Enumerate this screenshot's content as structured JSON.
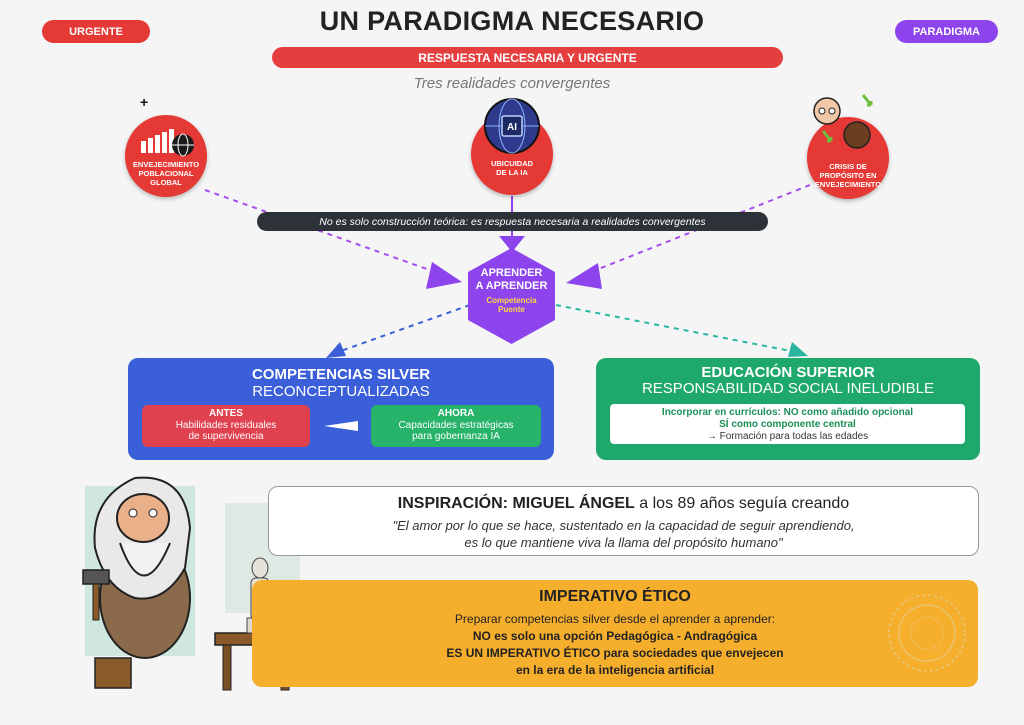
{
  "header": {
    "left_badge": "URGENTE",
    "right_badge": "PARADIGMA",
    "title": "UN PARADIGMA NECESARIO",
    "banner": "RESPUESTA NECESARIA Y URGENTE",
    "subtitle": "Tres realidades convergentes"
  },
  "realities": [
    {
      "label_1": "ENVEJECIMIENTO",
      "label_2": "POBLACIONAL",
      "label_3": "GLOBAL",
      "icon": "aging-population-globe-icon"
    },
    {
      "label_1": "UBICUIDAD",
      "label_2": "DE LA IA",
      "icon": "ai-chip-globe-icon",
      "chip_text": "AI"
    },
    {
      "label_1": "CRISIS DE",
      "label_2": "PROPÓSITO EN",
      "label_3": "ENVEJECIMIENTO",
      "icon": "elderly-faces-icon"
    }
  ],
  "connector_bar": "No es solo construcción teórica: es respuesta necesaria a realidades convergentes",
  "hub": {
    "title_1": "APRENDER",
    "title_2": "A APRENDER",
    "subtitle_1": "Competencia",
    "subtitle_2": "Puente"
  },
  "silver": {
    "title": "COMPETENCIAS SILVER",
    "subtitle": "RECONCEPTUALIZADAS",
    "before": {
      "heading": "ANTES",
      "line_1": "Habilidades residuales",
      "line_2": "de supervivencia"
    },
    "after": {
      "heading": "AHORA",
      "line_1": "Capacidades estratégicas",
      "line_2": "para gobernanza IA"
    }
  },
  "higher_ed": {
    "title": "EDUCACIÓN SUPERIOR",
    "subtitle": "RESPONSABILIDAD SOCIAL INELUDIBLE",
    "line_1": "Incorporar en currículos: NO como añadido opcional",
    "line_2": "SÍ como componente central",
    "line_3": "→ Formación para todas las edades"
  },
  "inspiration": {
    "heading_bold": "INSPIRACIÓN: MIGUEL ÁNGEL",
    "heading_rest": " a los 89 años seguía creando",
    "quote_1": "\"El amor por lo que se hace, sustentado en la capacidad de seguir aprendiendo,",
    "quote_2": "es lo que mantiene viva la llama del propósito humano\""
  },
  "ethical": {
    "title": "IMPERATIVO ÉTICO",
    "line_1": "Preparar competencias silver desde el aprender a aprender:",
    "line_2": "NO es solo una opción Pedagógica - Andragógica",
    "line_3": "ES UN IMPERATIVO ÉTICO para sociedades que envejecen",
    "line_4": "en la era de la inteligencia artificial"
  },
  "colors": {
    "red": "#e53935",
    "purple": "#8e44ec",
    "blue": "#3a5fd9",
    "green": "#1fa86b",
    "orange": "#f6ae2d",
    "dark": "#2d3138"
  }
}
